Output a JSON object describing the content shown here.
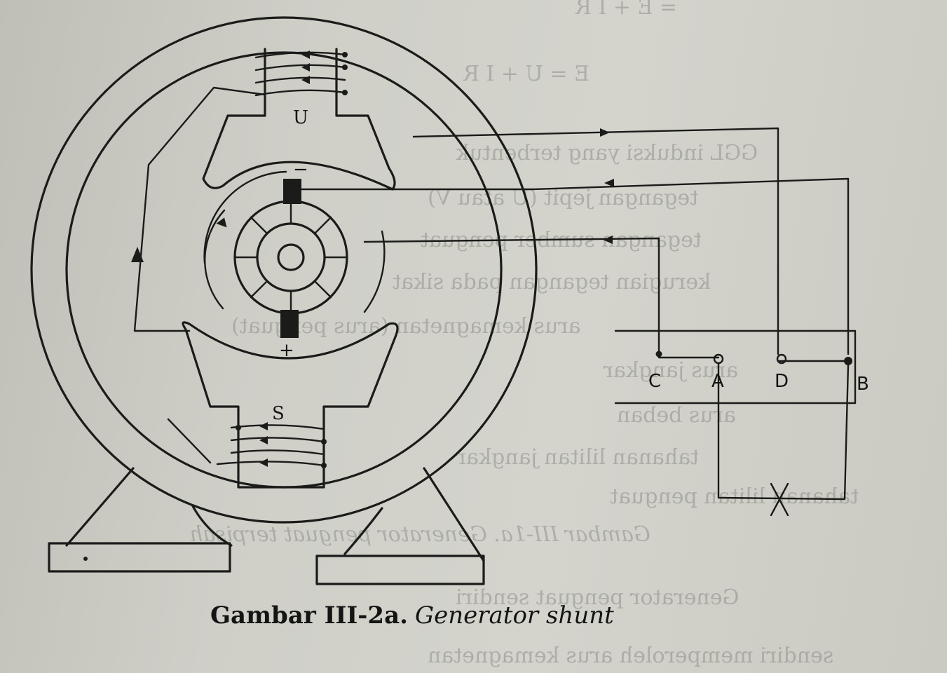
{
  "caption": {
    "figure_label": "Gambar III-2a.",
    "figure_title": "Generator shunt"
  },
  "labels": {
    "pole_north": "U",
    "pole_south": "S",
    "brush_minus": "−",
    "brush_plus": "+",
    "terminal_c": "C",
    "terminal_a": "A",
    "terminal_d": "D",
    "terminal_b": "B"
  },
  "bleed_through": [
    "= E + I R",
    "E = U + I R",
    "GGL induksi yang terbentuk",
    "tegangan jepit (U atau V)",
    "tegangan sumber penguat",
    "kerugian tegangan pada sikat",
    "arus kemagnetan (arus penguat)",
    "arus jangkar",
    "arus beban",
    "tahanan lilitan jangkar",
    "tahanan lilitan penguat",
    "Gambar III-1a. Generator penguat terpisah",
    "Generator penguat sendiri",
    "sendiri memperoleh arus kemagnetan"
  ],
  "colors": {
    "ink": "#1b1b1a",
    "paper": "#cfcfc8",
    "bleed": "#8f908a"
  }
}
